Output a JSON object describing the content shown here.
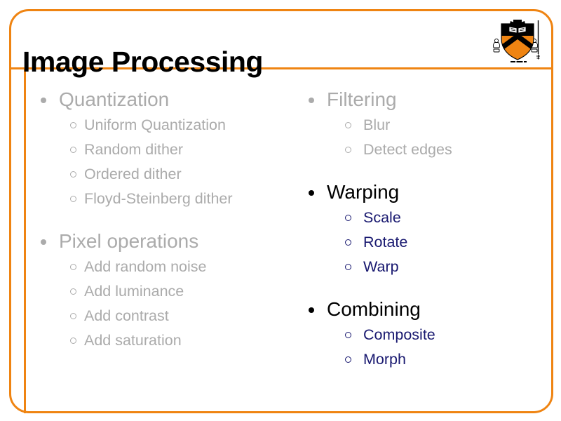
{
  "palette": {
    "accent_orange": "#EF8412",
    "dimmed_gray": "#ABABAB",
    "link_navy": "#191970",
    "text_black": "#000000",
    "background": "#FFFFFF"
  },
  "slide": {
    "title": "Image Processing",
    "logo": {
      "name": "princeton-shield",
      "shield_orange": "#EF8412",
      "shield_black": "#000000"
    },
    "columns": [
      {
        "sections": [
          {
            "heading": {
              "label": "Quantization",
              "state": "dimmed"
            },
            "items": [
              {
                "label": "Uniform Quantization",
                "state": "dimmed"
              },
              {
                "label": "Random dither",
                "state": "dimmed"
              },
              {
                "label": "Ordered dither",
                "state": "dimmed"
              },
              {
                "label": "Floyd-Steinberg dither",
                "state": "dimmed"
              }
            ]
          },
          {
            "heading": {
              "label": "Pixel operations",
              "state": "dimmed"
            },
            "items": [
              {
                "label": "Add random noise",
                "state": "dimmed"
              },
              {
                "label": "Add luminance",
                "state": "dimmed"
              },
              {
                "label": "Add contrast",
                "state": "dimmed"
              },
              {
                "label": "Add saturation",
                "state": "dimmed"
              }
            ]
          }
        ]
      },
      {
        "sections": [
          {
            "heading": {
              "label": "Filtering",
              "state": "dimmed"
            },
            "items": [
              {
                "label": "Blur",
                "state": "dimmed"
              },
              {
                "label": "Detect edges",
                "state": "dimmed"
              }
            ]
          },
          {
            "heading": {
              "label": "Warping",
              "state": "active"
            },
            "items": [
              {
                "label": "Scale",
                "state": "link"
              },
              {
                "label": "Rotate",
                "state": "link"
              },
              {
                "label": "Warp",
                "state": "link"
              }
            ]
          },
          {
            "heading": {
              "label": "Combining",
              "state": "active"
            },
            "items": [
              {
                "label": "Composite",
                "state": "link"
              },
              {
                "label": "Morph",
                "state": "link"
              }
            ]
          }
        ]
      }
    ]
  }
}
